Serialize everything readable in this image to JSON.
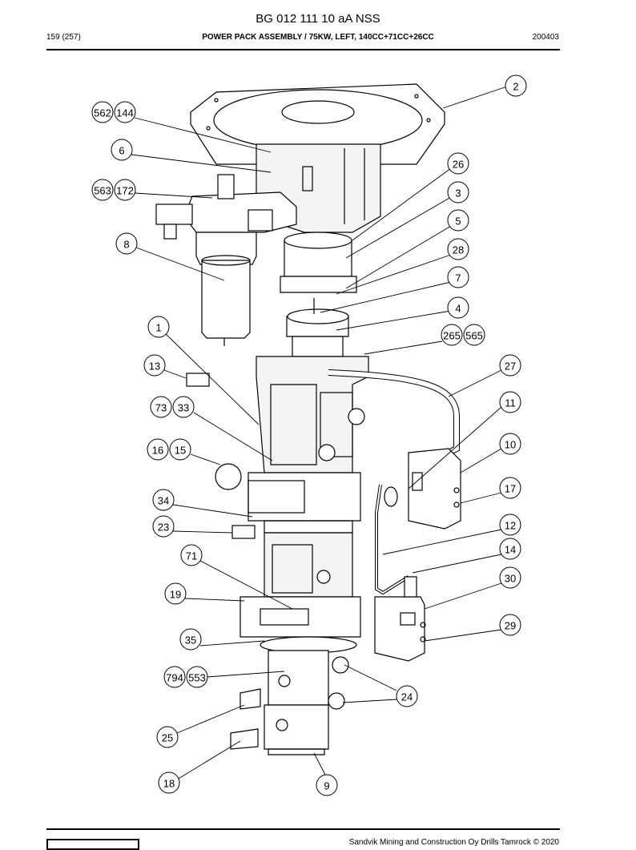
{
  "header": {
    "document_code": "BG 012 111 10 aA NSS",
    "page": "159 (257)",
    "title": "POWER PACK ASSEMBLY / 75KW, LEFT, 140CC+71CC+26CC",
    "date_code": "200403"
  },
  "footer": {
    "copyright": "Sandvik Mining and Construction Oy Drills Tamrock © 2020"
  },
  "callouts": [
    "2",
    "562",
    "144",
    "6",
    "26",
    "563",
    "172",
    "3",
    "5",
    "8",
    "28",
    "7",
    "4",
    "1",
    "265",
    "565",
    "13",
    "27",
    "73",
    "33",
    "11",
    "16",
    "15",
    "10",
    "17",
    "34",
    "12",
    "23",
    "14",
    "71",
    "30",
    "19",
    "29",
    "35",
    "794",
    "553",
    "24",
    "25",
    "18",
    "9"
  ]
}
